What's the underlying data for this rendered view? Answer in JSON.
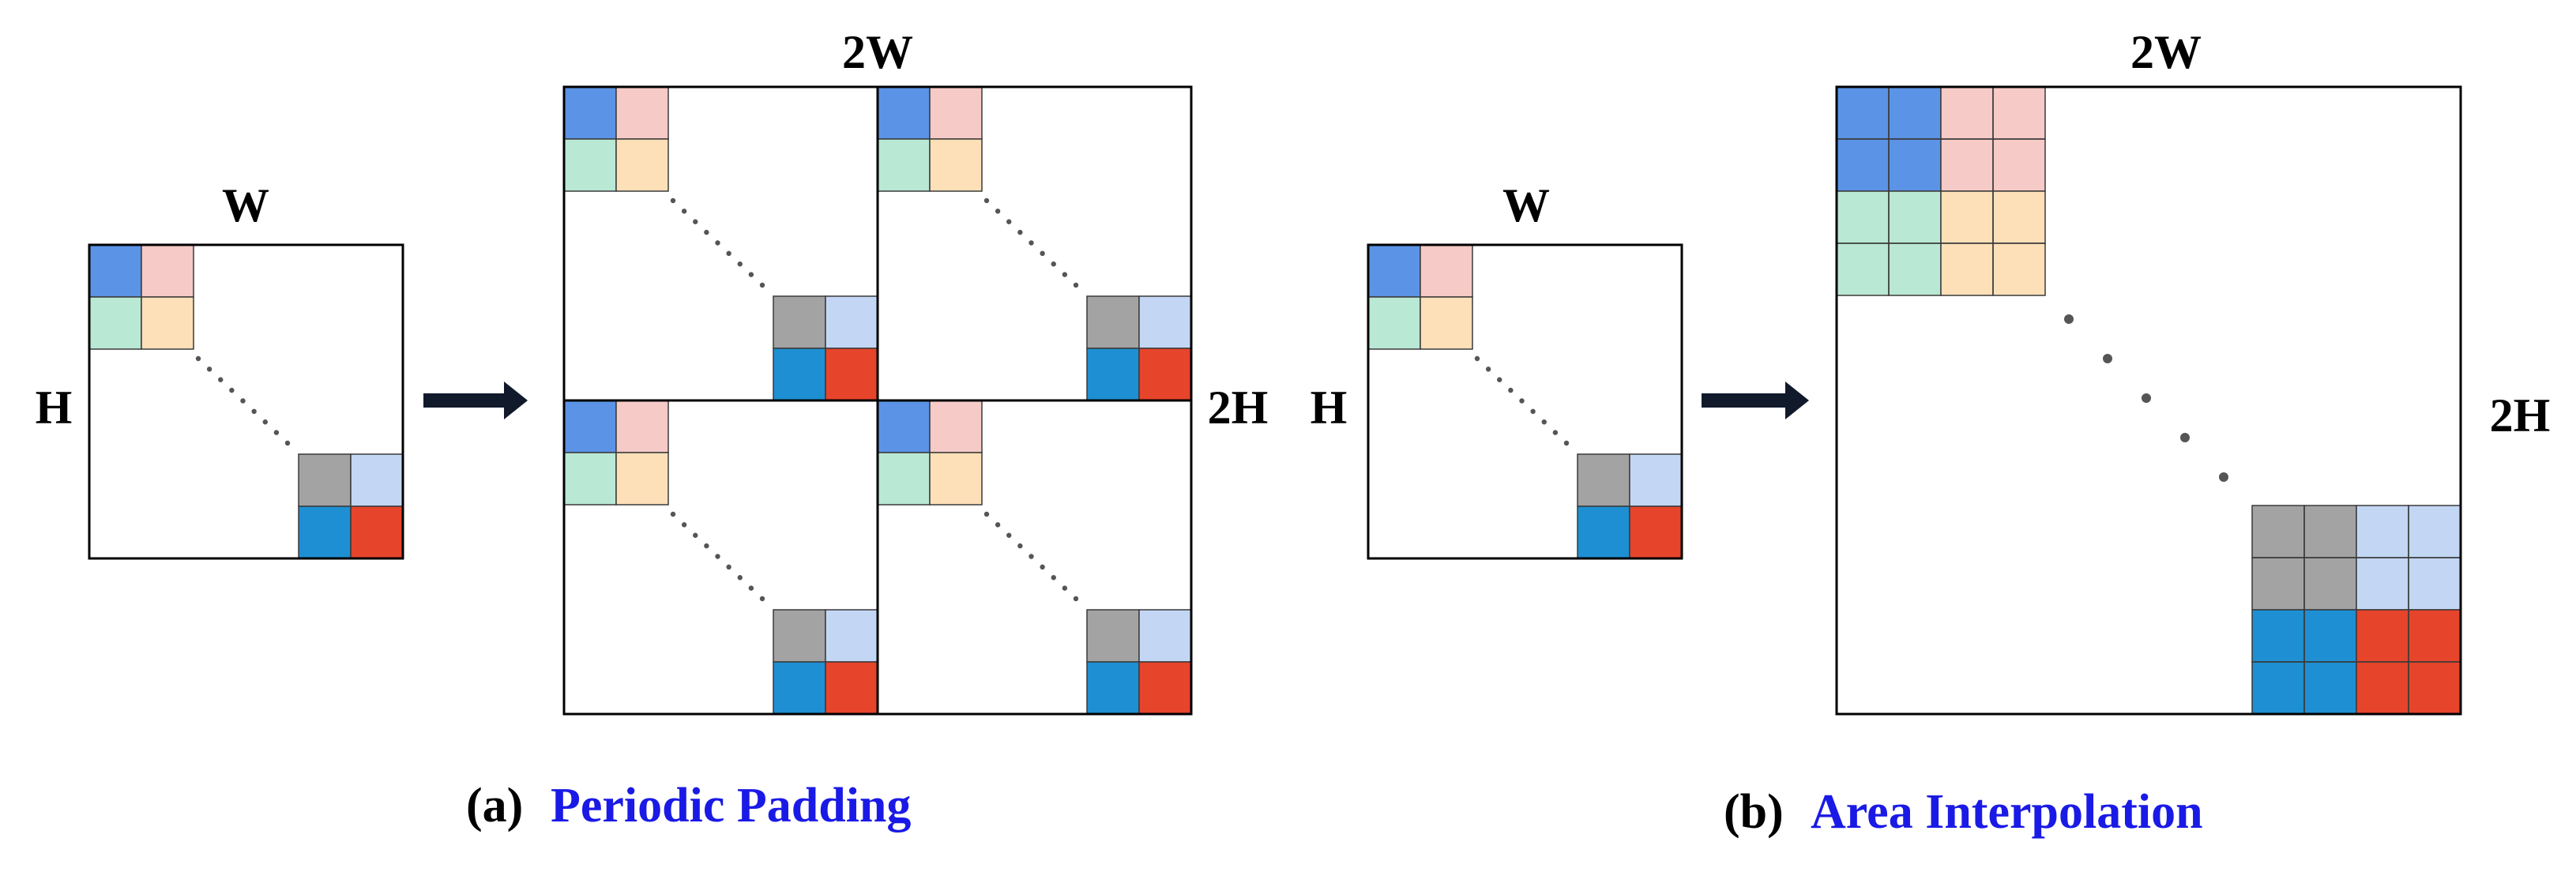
{
  "colors": {
    "blue": "#5b93e6",
    "pink": "#f6cac6",
    "green": "#b9e8d4",
    "peach": "#fde0b8",
    "gray": "#a3a3a3",
    "lightblue": "#c3d7f5",
    "deepblue": "#1e8fd2",
    "red": "#e6442b",
    "caption": "#1a1ae6",
    "arrow": "#111a2b",
    "dots": "#555555"
  },
  "icons": [
    "right-arrow-icon",
    "right-arrow-icon"
  ],
  "panel_a": {
    "input": {
      "width_label": "W",
      "height_label": "H"
    },
    "output": {
      "width_label": "2W",
      "height_label": "2H"
    },
    "caption": {
      "letter": "(a)",
      "title": "Periodic Padding"
    }
  },
  "panel_b": {
    "input": {
      "width_label": "W",
      "height_label": "H"
    },
    "output": {
      "width_label": "2W",
      "height_label": "2H"
    },
    "caption": {
      "letter": "(b)",
      "title": "Area Interpolation"
    }
  }
}
